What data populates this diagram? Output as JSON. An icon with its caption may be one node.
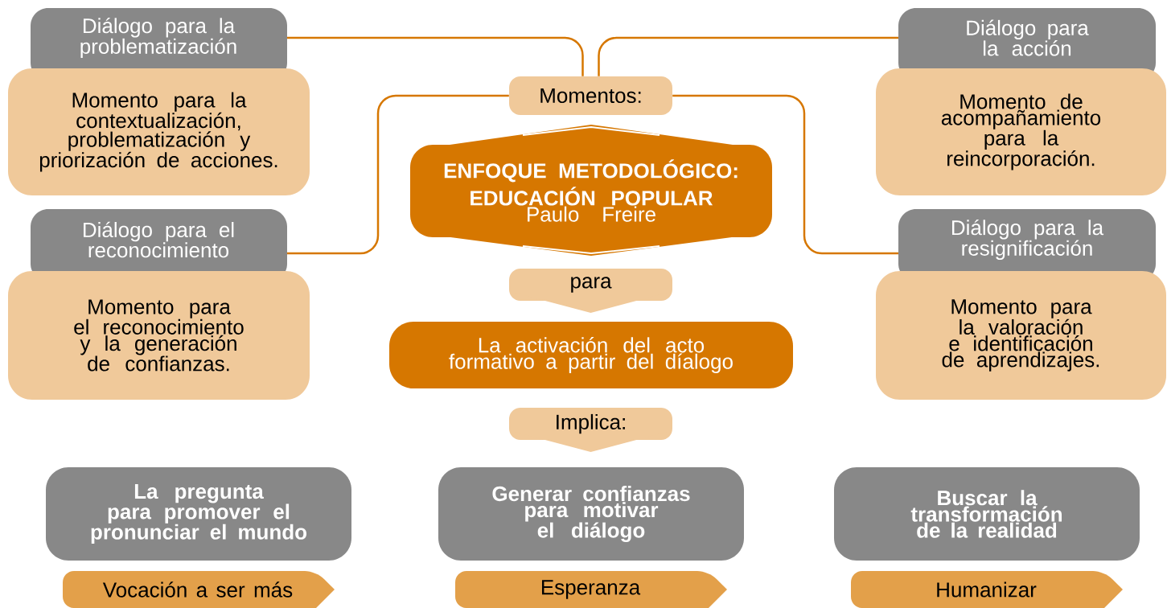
{
  "diagram": {
    "nodes": [
      {
        "text": [
          "Diálogo para la problematización",
          "Momento para la contextualización, problematización y priorización de acciones."
        ]
      },
      {
        "text": [
          "Diálogo para el reconocimiento",
          "Momento para el reconocimiento y la generación de confianzas."
        ]
      },
      {
        "text": [
          "Diálogo para la acción",
          "Momento de acompañamiento para la reincorporación."
        ]
      },
      {
        "text": [
          "Diálogo para la resignificación",
          "Momento para la valoración e identificación de aprendizajes."
        ]
      },
      {
        "text": [
          "Momentos:"
        ]
      },
      {
        "text": [
          "ENFOQUE METODOLÓGICO: EDUCACIÓN POPULAR",
          "Paulo Freire"
        ]
      },
      {
        "text": [
          "para"
        ]
      },
      {
        "text": [
          "La activación del acto formativo a partir del díalogo"
        ]
      },
      {
        "text": [
          "Implica:"
        ]
      },
      {
        "text": [
          "La pregunta para promover el pronunciar el mundo"
        ]
      },
      {
        "text": [
          "Generar confianzas para motivar el diálogo"
        ]
      },
      {
        "text": [
          "Buscar la transformación de la realidad"
        ]
      },
      {
        "text": [
          "Vocación a ser más"
        ]
      },
      {
        "text": [
          "Esperanza"
        ]
      },
      {
        "text": [
          "Humanizar"
        ]
      }
    ],
    "edges": [
      {
        "from": 4,
        "to": 0,
        "arrow": "none"
      },
      {
        "from": 4,
        "to": 1,
        "arrow": "none"
      },
      {
        "from": 4,
        "to": 2,
        "arrow": "none"
      },
      {
        "from": 4,
        "to": 3,
        "arrow": "none"
      }
    ]
  }
}
